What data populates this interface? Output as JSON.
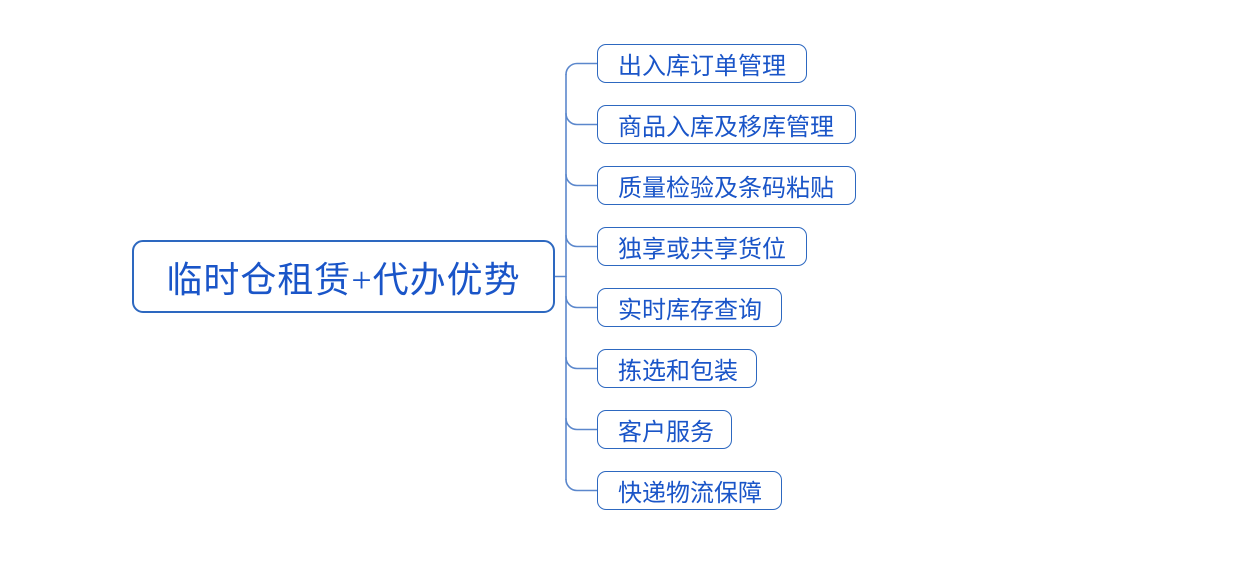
{
  "diagram": {
    "type": "mindmap",
    "root": {
      "label": "临时仓租赁+代办优势"
    },
    "children": [
      {
        "label": "出入库订单管理"
      },
      {
        "label": "商品入库及移库管理"
      },
      {
        "label": "质量检验及条码粘贴"
      },
      {
        "label": "独享或共享货位"
      },
      {
        "label": "实时库存查询"
      },
      {
        "label": "拣选和包装"
      },
      {
        "label": "客户服务"
      },
      {
        "label": "快递物流保障"
      }
    ],
    "colors": {
      "background": "#ffffff",
      "node_border": "#2d68c0",
      "connector": "#5b87cc",
      "text": "#1a55c8"
    }
  }
}
